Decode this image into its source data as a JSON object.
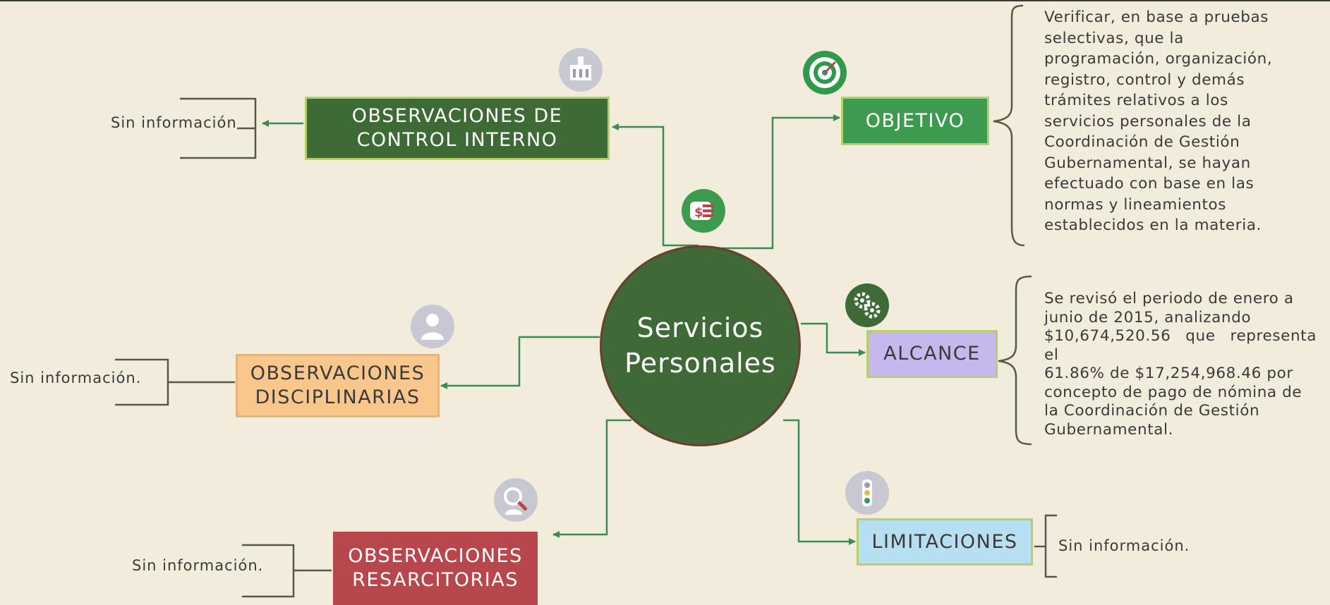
{
  "center": {
    "line1": "Servicios",
    "line2": "Personales"
  },
  "nodes": {
    "control_interno": {
      "line1": "OBSERVACIONES DE",
      "line2": "CONTROL INTERNO",
      "color": "#3e6b35",
      "text_color": "#ffffff"
    },
    "disciplinarias": {
      "line1": "OBSERVACIONES",
      "line2": "DISCIPLINARIAS",
      "color": "#f9c68c",
      "text_color": "#3a3a3a"
    },
    "resarcitorias": {
      "line1": "OBSERVACIONES",
      "line2": "RESARCITORIAS",
      "color": "#b8474d",
      "text_color": "#ffffff"
    },
    "objetivo": {
      "label": "OBJETIVO",
      "color": "#3c9b4f",
      "text_color": "#ffffff"
    },
    "alcance": {
      "label": "ALCANCE",
      "color": "#c6b8ec",
      "text_color": "#3a3a3a"
    },
    "limitaciones": {
      "label": "LIMITACIONES",
      "color": "#b6dff2",
      "text_color": "#3a3a3a"
    }
  },
  "notes": {
    "control_interno": "Sin información",
    "disciplinarias": "Sin información.",
    "resarcitorias": "Sin información.",
    "limitaciones": "Sin información.",
    "objetivo": [
      "Verificar, en base a pruebas",
      "selectivas,      que      la",
      "programación, organización,",
      "registro, control y demás",
      "trámites   relativos   a   los",
      "servicios personales de la",
      "Coordinación  de  Gestión",
      "Gubernamental,  se  hayan",
      "efectuado con base en las",
      "normas    y    lineamientos",
      "establecidos en la materia."
    ],
    "alcance": [
      "Se revisó el periodo de  enero a",
      "junio   de   2015,   analizando",
      "$10,674,520.56 que representa el",
      "61.86% de $17,254,968.46 por",
      "concepto de pago de nómina de",
      "la  Coordinación  de  Gestión",
      "Gubernamental."
    ]
  },
  "icons": {
    "control_interno": "building-icon",
    "objetivo": "target-icon",
    "center": "money-hand-icon",
    "disciplinarias": "person-icon",
    "alcance": "gears-icon",
    "resarcitorias": "magnifier-person-icon",
    "limitaciones": "traffic-light-icon"
  },
  "colors": {
    "line": "#3f8a4f",
    "background": "#f1ecdb"
  }
}
